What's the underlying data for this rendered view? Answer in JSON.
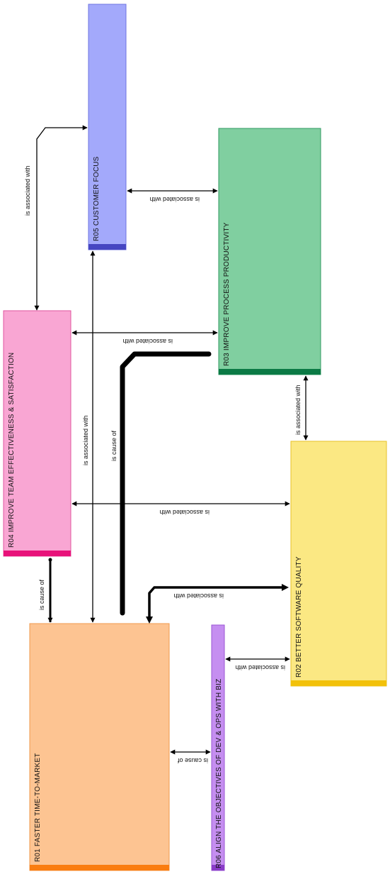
{
  "nodes": [
    {
      "id": "r05",
      "label": "R05 CUSTOMER FOCUS",
      "fill": "#a3a9fb",
      "border": "#6f75e0",
      "bar": "#4646c2"
    },
    {
      "id": "r03",
      "label": "R03 IMPROVE PROCESS PRODUCTIVITY",
      "fill": "#80cfa0",
      "border": "#2f9a62",
      "bar": "#0b7a45"
    },
    {
      "id": "r04",
      "label": "R04 IMPROVE TEAM EFFECTIVENESS & SATISFACTION",
      "fill": "#f9a6d3",
      "border": "#e0559f",
      "bar": "#e8127a"
    },
    {
      "id": "r02",
      "label": "R02 BETTER SOFTWARE QUALITY",
      "fill": "#fbe883",
      "border": "#e7c22a",
      "bar": "#f2c10a"
    },
    {
      "id": "r01",
      "label": "R01 FASTER TIME-TO-MARKET",
      "fill": "#fdc492",
      "border": "#f09a4c",
      "bar": "#fa7d10"
    },
    {
      "id": "r06",
      "label": "R06 ALIGN THE OBJECTIVES OF DEV & OPS WITH BIZ",
      "fill": "#c58ef0",
      "border": "#9a55d4",
      "bar": "#8a3cc8"
    }
  ],
  "edges": [
    {
      "id": "r04-r05",
      "label": "is associated with"
    },
    {
      "id": "r05-r03",
      "label": "is associated with"
    },
    {
      "id": "r04-r03",
      "label": "is associated with"
    },
    {
      "id": "r03-r02",
      "label": "is associated with"
    },
    {
      "id": "r05-r01",
      "label": "is associated with"
    },
    {
      "id": "r03-r01",
      "label": "is cause of"
    },
    {
      "id": "r04-r02",
      "label": "is associated with"
    },
    {
      "id": "r04-r01",
      "label": "is cause of"
    },
    {
      "id": "r02-r01",
      "label": "is associated with"
    },
    {
      "id": "r06-r02",
      "label": "is associated with"
    },
    {
      "id": "r06-r01",
      "label": "is cause of"
    }
  ],
  "colors": {
    "line": "#000000",
    "background": "#ffffff"
  }
}
